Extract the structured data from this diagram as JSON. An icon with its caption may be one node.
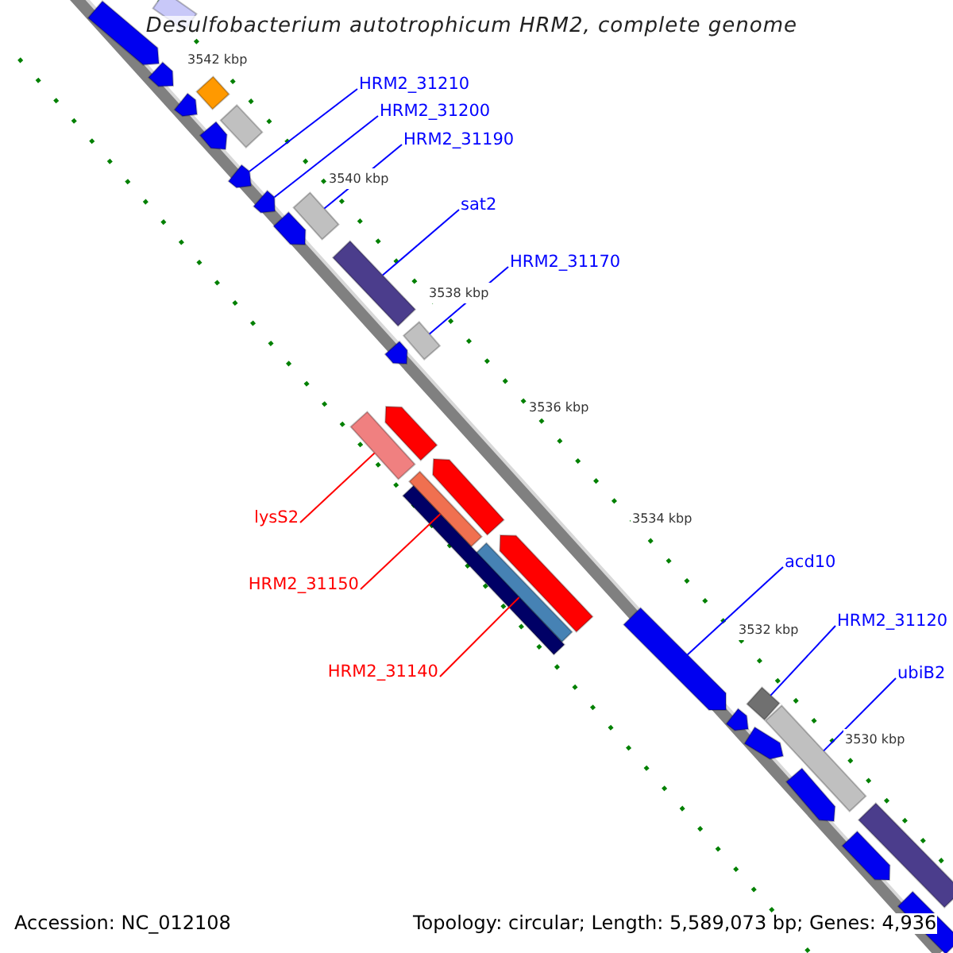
{
  "diagram": {
    "title": "Desulfobacterium autotrophicum HRM2, complete genome",
    "nodes": [
      {
        "text": [
          "HRM2_31210"
        ]
      },
      {
        "text": [],
        "shape": "bar"
      },
      {
        "text": [
          "HRM2_31200"
        ]
      },
      {
        "text": [],
        "shape": "bar"
      },
      {
        "text": [
          "HRM2_31190"
        ]
      },
      {
        "text": [],
        "shape": "bar"
      },
      {
        "text": [
          "sat2"
        ]
      },
      {
        "text": [],
        "shape": "bar"
      },
      {
        "text": [
          "HRM2_31170"
        ]
      },
      {
        "text": [],
        "shape": "bar"
      },
      {
        "text": [
          "lysS2"
        ]
      },
      {
        "text": [],
        "shape": "bar"
      },
      {
        "text": [
          "HRM2_31150"
        ]
      },
      {
        "text": [],
        "shape": "bar"
      },
      {
        "text": [
          "HRM2_31140"
        ]
      },
      {
        "text": [],
        "shape": "bar"
      },
      {
        "text": [
          "acd10"
        ]
      },
      {
        "text": [],
        "shape": "bar"
      },
      {
        "text": [
          "HRM2_31120"
        ]
      },
      {
        "text": [],
        "shape": "bar"
      },
      {
        "text": [
          "ubiB2"
        ]
      },
      {
        "text": [],
        "shape": "bar"
      },
      {
        "text": [],
        "shape": "bar"
      },
      {
        "text": [],
        "shape": "bar"
      },
      {
        "text": [],
        "shape": "bar"
      },
      {
        "text": [],
        "shape": "bar"
      },
      {
        "text": [],
        "shape": "bar"
      },
      {
        "text": [],
        "shape": "bar"
      },
      {
        "text": [],
        "shape": "bar"
      },
      {
        "text": [],
        "shape": "bar"
      },
      {
        "text": [],
        "shape": "bar"
      },
      {
        "text": [],
        "shape": "bar"
      },
      {
        "text": [],
        "shape": "bar"
      },
      {
        "text": [],
        "shape": "bar"
      },
      {
        "text": [],
        "shape": "bar"
      },
      {
        "text": [],
        "shape": "bar"
      },
      {
        "text": [],
        "shape": "bar"
      },
      {
        "text": [],
        "shape": "bar"
      },
      {
        "text": [],
        "shape": "bar"
      },
      {
        "text": [],
        "shape": "bar"
      },
      {
        "text": [],
        "shape": "bar"
      }
    ],
    "edges": [
      {
        "from": 0,
        "to": 1,
        "arrow": "none"
      },
      {
        "from": 2,
        "to": 3,
        "arrow": "none"
      },
      {
        "from": 4,
        "to": 5,
        "arrow": "none"
      },
      {
        "from": 6,
        "to": 7,
        "arrow": "none"
      },
      {
        "from": 8,
        "to": 9,
        "arrow": "none"
      },
      {
        "from": 10,
        "to": 11,
        "arrow": "none",
        "color": "#ff0000"
      },
      {
        "from": 12,
        "to": 13,
        "arrow": "none",
        "color": "#ff0000"
      },
      {
        "from": 14,
        "to": 15,
        "arrow": "none",
        "color": "#ff0000"
      },
      {
        "from": 16,
        "to": 17,
        "arrow": "none"
      },
      {
        "from": 18,
        "to": 19,
        "arrow": "none"
      },
      {
        "from": 20,
        "to": 21,
        "arrow": "none"
      }
    ],
    "labels": [
      "3542 kbp",
      "3540 kbp",
      "3538 kbp",
      "3536 kbp",
      "3534 kbp",
      "3532 kbp",
      "3530 kbp",
      "Accession: NC_012108",
      "Topology: circular; Length: 5,589,073 bp; Genes: 4,936"
    ]
  }
}
